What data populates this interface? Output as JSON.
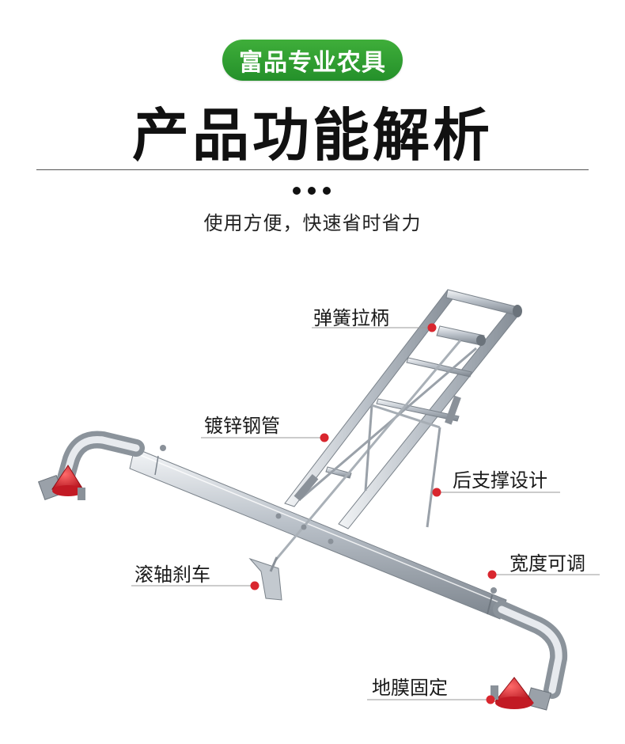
{
  "header": {
    "brand_badge": "富品专业农具",
    "title": "产品功能解析",
    "subtitle": "使用方便，快速省时省力"
  },
  "callouts": [
    {
      "id": "spring-handle",
      "label": "弹簧拉柄"
    },
    {
      "id": "galvanized-steel-pipe",
      "label": "镀锌钢管"
    },
    {
      "id": "rear-support",
      "label": "后支撑设计"
    },
    {
      "id": "roller-brake",
      "label": "滚轴刹车"
    },
    {
      "id": "width-adjustable",
      "label": "宽度可调"
    },
    {
      "id": "film-fixing",
      "label": "地膜固定"
    }
  ],
  "colors": {
    "badge_green": "#2f9e33",
    "accent_red": "#d9262e",
    "metal": "#c9cfd6",
    "text": "#111111"
  }
}
